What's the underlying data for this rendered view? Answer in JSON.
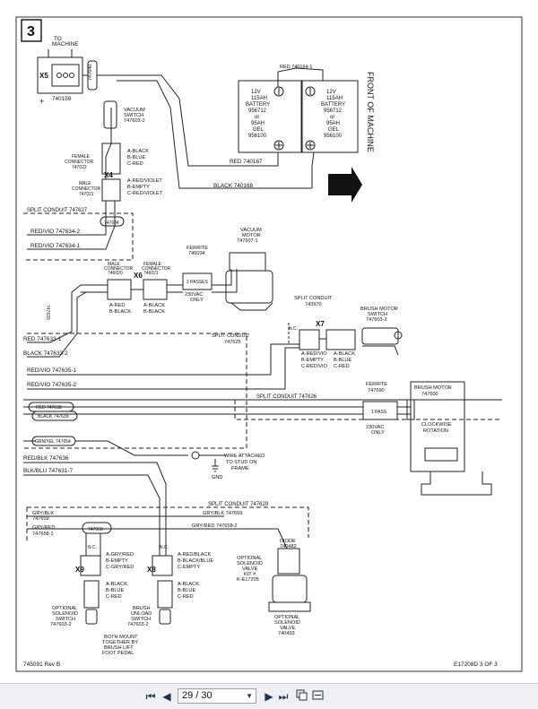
{
  "sheet": {
    "number": "3",
    "doc_number": "745091 Rev B",
    "drawing_id": "E17208D 3 OF 3",
    "front_label": "FRONT OF MACHINE"
  },
  "labels": {
    "to_machine": [
      "TO",
      "MACHINE"
    ],
    "x5": "X5",
    "part_740159": "740159",
    "wire_747640": "747640",
    "red_740164": "RED 740164-1",
    "battery1": [
      "12V",
      "115AH",
      "BATTERY",
      "956712",
      "or",
      "95AH",
      "GEL",
      "956100"
    ],
    "battery2": [
      "12V",
      "115AH",
      "BATTERY",
      "956712",
      "or",
      "95AH",
      "GEL",
      "956100"
    ],
    "red_740167": "RED 740167",
    "black_740168": "BLACK 740168",
    "vacuum_switch": [
      "VACUUM",
      "SWITCH",
      "747603-2"
    ],
    "female_conn_top": [
      "FEMALE",
      "CONNECTOR",
      "747022"
    ],
    "abc_top": [
      "A-BLACK",
      "B-BLUE",
      "C-RED"
    ],
    "x4": "X4",
    "male_conn_top": [
      "MALE",
      "CONNECTOR",
      "747021"
    ],
    "abc_x4": [
      "A-RED/VIOLET",
      "B-EMPTY",
      "C-RED/VIOLET"
    ],
    "split_747627": "SPLIT CONDUIT 747627",
    "conduit_747634": "747634",
    "red_vio_747634_2": "RED/VIO 747634-2",
    "red_vio_747634_1": "RED/VIO 747634-1",
    "vacuum_motor": [
      "VACUUM",
      "MOTOR",
      "747607-1"
    ],
    "ferrite_746034": [
      "FERRITE",
      "746034"
    ],
    "male_conn_746020": [
      "MALE",
      "CONNECTOR",
      "746020"
    ],
    "x6": "X6",
    "female_conn_746021": [
      "FEMALE",
      "CONNECTOR",
      "746021"
    ],
    "two_passes": "2 PASSES",
    "vac_230": [
      "230VAC",
      "ONLY"
    ],
    "ab_x6_male": [
      "A-RED",
      "B-BLACK"
    ],
    "ab_x6_female": [
      "A-BLACK",
      "B-BLACK"
    ],
    "wire_747633": "747633",
    "split_743970": [
      "SPLIT CONDUIT",
      "743970"
    ],
    "brush_motor_switch": [
      "BRUSH MOTOR",
      "SWITCH",
      "747603-2"
    ],
    "x7": "X7",
    "nc": "N.C.",
    "split_747625": [
      "SPLIT CONDUIT",
      "747625"
    ],
    "red_747633_1": "RED 747633-1",
    "black_747633_2": "BLACK 747633-2",
    "abc_x7_left": [
      "A-RED/VIO",
      "B-EMPTY",
      "C-RED/VIO"
    ],
    "abc_x7_right": [
      "A-BLACK",
      "B-BLUE",
      "C-RED"
    ],
    "red_vio_747635_1": "RED/VIO 747635-1",
    "red_vio_747635_2": "RED/VIO 747635-2",
    "ferrite_747690": [
      "FERRITE",
      "747690"
    ],
    "brush_motor": [
      "BRUSH MOTOR",
      "747600"
    ],
    "split_747626": "SPLIT CONDUIT 747626",
    "red_747638": "RED 747638",
    "black_747639": "BLACK 747639",
    "one_pass": "1 PASS",
    "vac_230_b": [
      "230VAC",
      "ONLY"
    ],
    "clockwise": [
      "CLOCKWISE",
      "ROTATION"
    ],
    "grn_yel_747654": "GRN/YEL 747654",
    "red_blk_747636": "RED/BLK 747636",
    "blk_blu_747631": "BLK/BLU 747631-7",
    "gnd": "GND",
    "wire_attached": [
      "WIRE ATTACHED",
      "TO STUD ON",
      "FRAME"
    ],
    "split_747629": "SPLIT CONDUIT 747629",
    "gry_blk_747659_top": "GRY/BLK 747659",
    "gry_blk_747659_left": [
      "GRY/BLK",
      "747659"
    ],
    "gry_red_747658_1": [
      "GRY/RED",
      "747658-1"
    ],
    "conduit_747660": "747660",
    "gry_red_747658_2": "GRY/RED 747658-2",
    "diode": [
      "DIODE",
      "740482"
    ],
    "opt_valve_kit": [
      "OPTIONAL",
      "SOLENOID",
      "VALVE",
      "KIT #",
      "K-E17205"
    ],
    "x9": "X9",
    "x8": "X8",
    "abc_x9": [
      "A-GRY/RED",
      "B-EMPTY",
      "C-GRY/RED"
    ],
    "abc_x8": [
      "A-RED/BLACK",
      "B-BLACK/BLUE",
      "C-EMPTY"
    ],
    "abc_x9_low": [
      "A-BLACK",
      "B-BLUE",
      "C-RED"
    ],
    "abc_x8_low": [
      "A-BLACK",
      "B-BLUE",
      "C-RED"
    ],
    "opt_sol_switch": [
      "OPTIONAL",
      "SOLENOID",
      "SWITCH",
      "747603-2"
    ],
    "brush_unload": [
      "BRUSH",
      "UNLOAD",
      "SWITCH",
      "747603-2"
    ],
    "both_mount": [
      "BOTH MOUNT",
      "TOGETHER BY",
      "BRUSH LIFT",
      "FOOT PEDAL"
    ],
    "opt_sol_valve": [
      "OPTIONAL",
      "SOLENOID",
      "VALVE",
      "740493"
    ]
  },
  "toolbar": {
    "page_value": "29 / 30"
  }
}
